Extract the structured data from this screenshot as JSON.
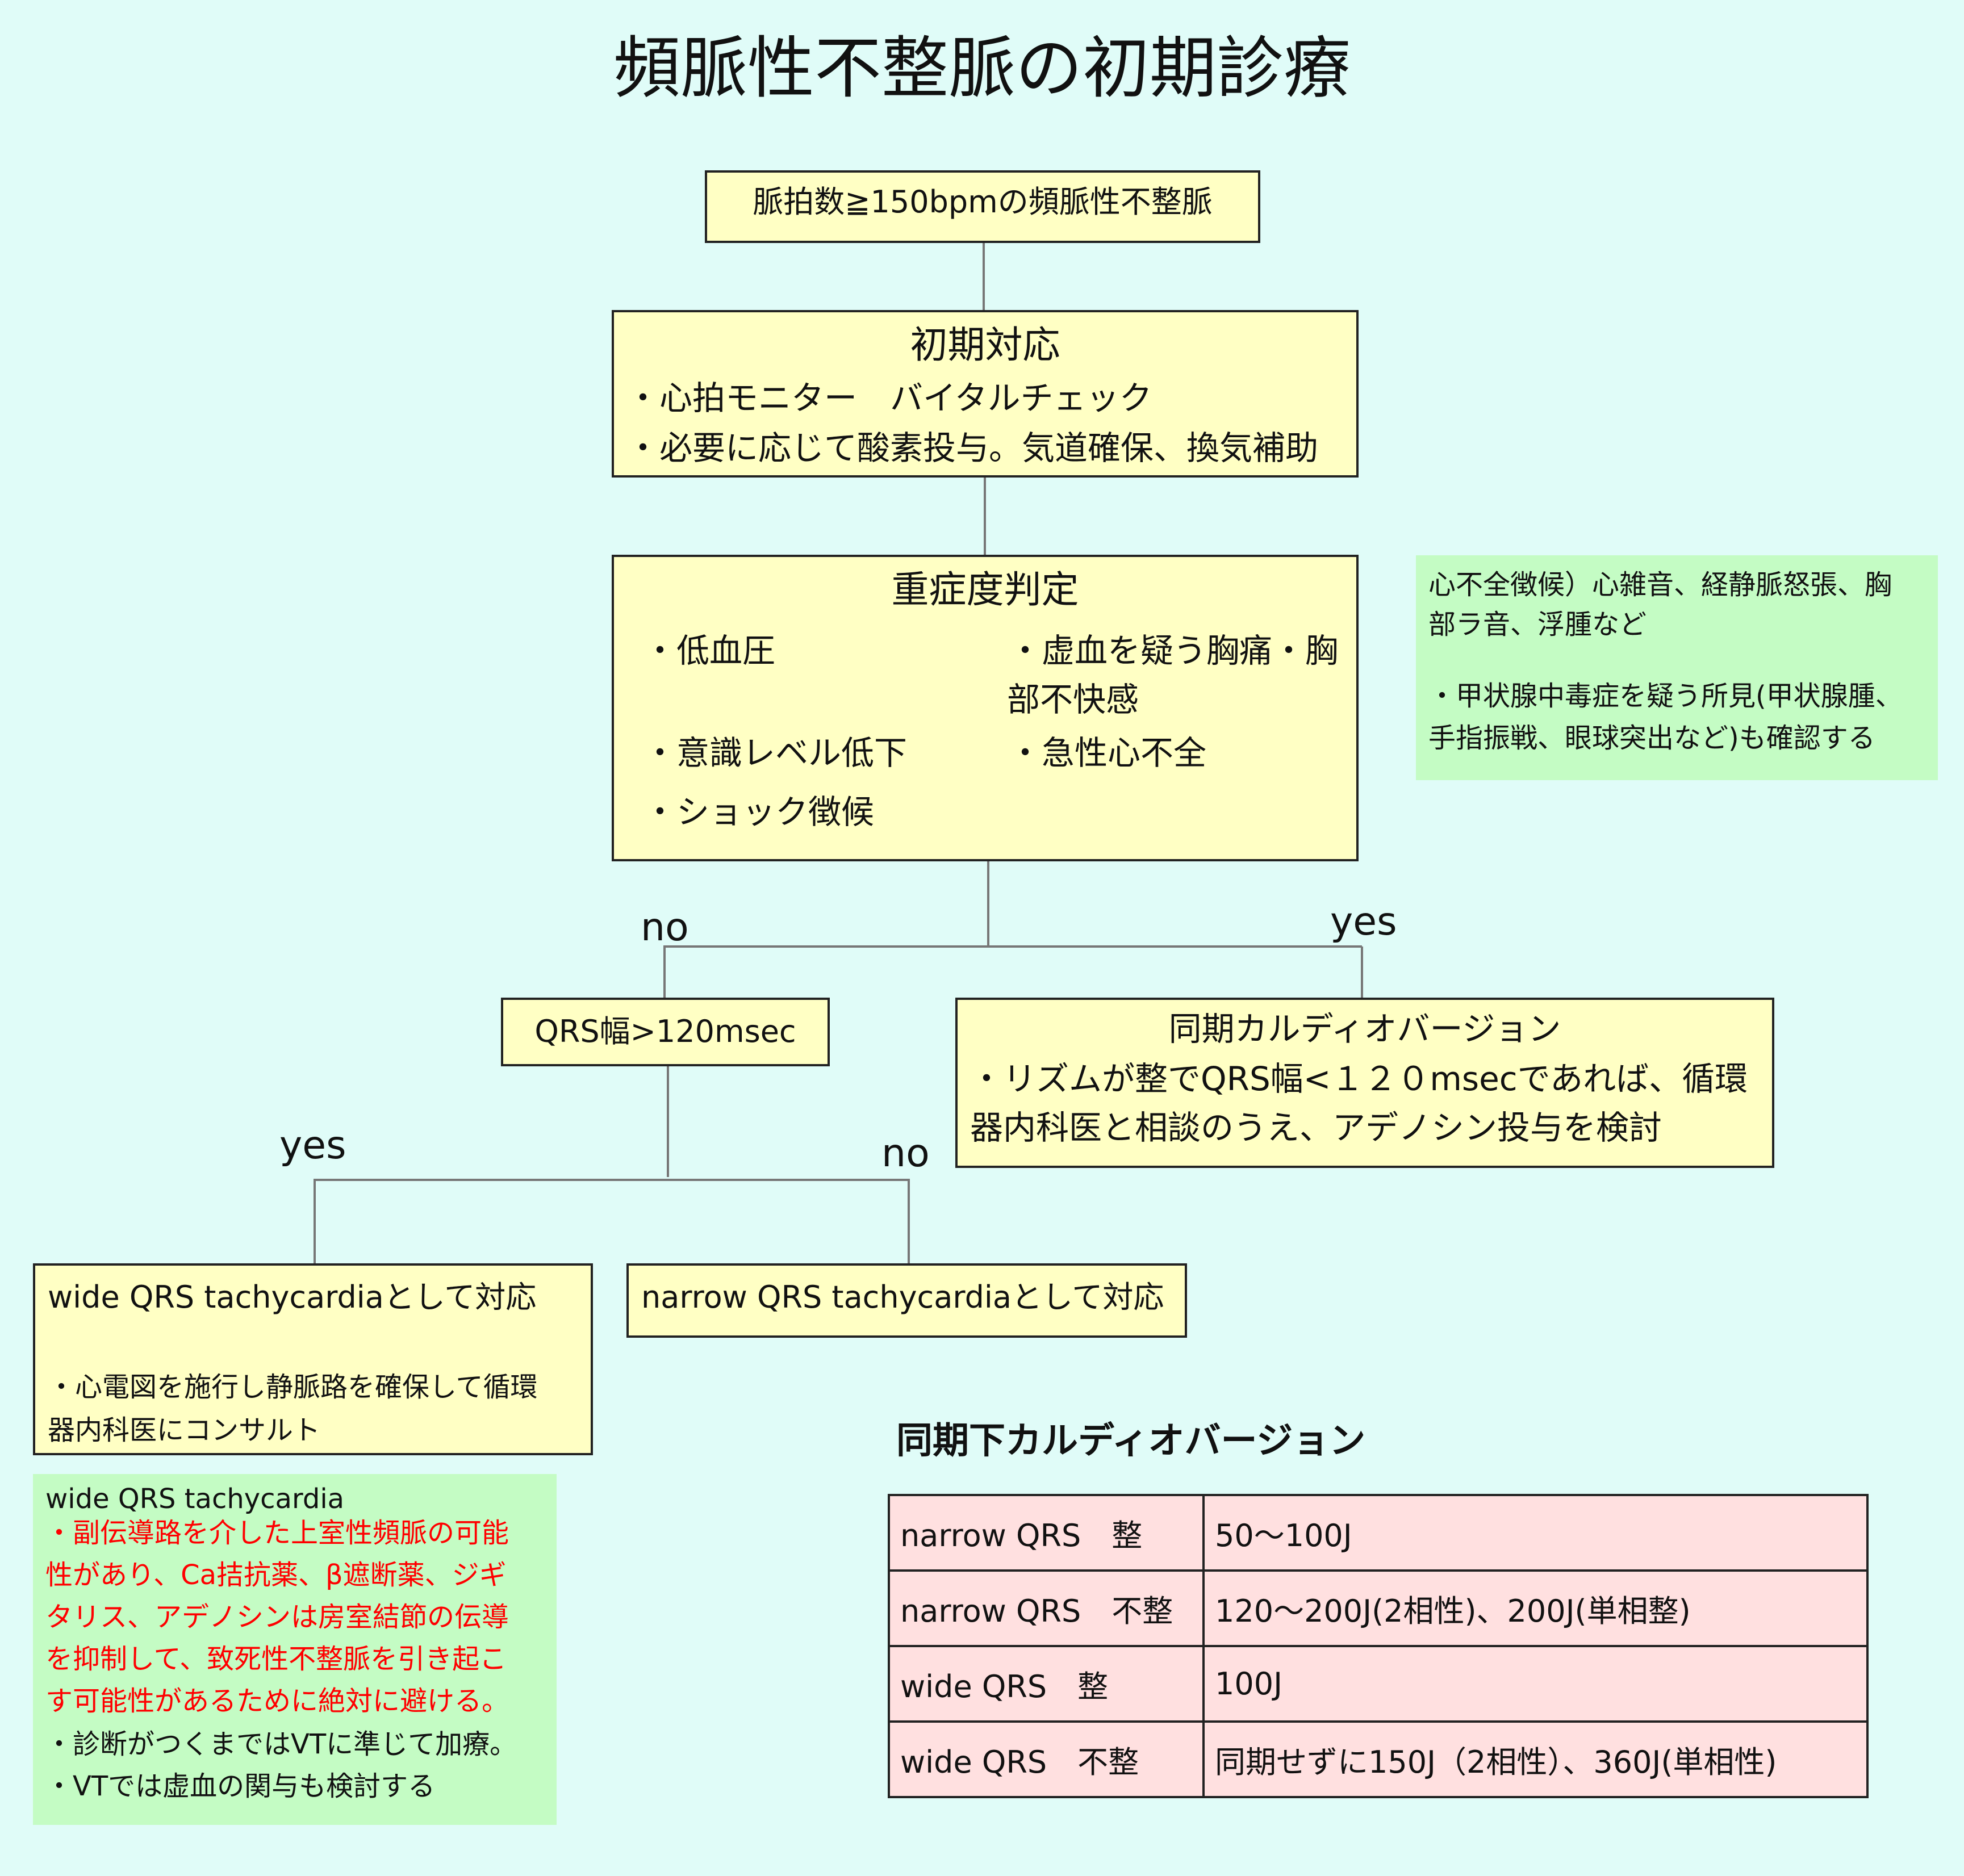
{
  "title": "頻脈性不整脈の初期診療",
  "start_box": "脈拍数≧150bpmの頻脈性不整脈",
  "initial": {
    "heading": "初期対応",
    "lines": [
      "・心拍モニター　バイタルチェック",
      "・必要に応じて酸素投与。気道確保、換気補助"
    ]
  },
  "severity": {
    "heading": "重症度判定",
    "left": [
      "・低血圧",
      "・意識レベル低下",
      "・ショック徴候"
    ],
    "right_1a": "・虚血を疑う胸痛・胸",
    "right_1b": "部不快感",
    "right_2": "・急性心不全"
  },
  "note_green": {
    "lines": [
      "心不全徴候）心雑音、経静脈怒張、胸",
      "部ラ音、浮腫など",
      "・甲状腺中毒症を疑う所見(甲状腺腫、",
      "手指振戦、眼球突出など)も確認する"
    ]
  },
  "branch1": {
    "no": "no",
    "yes": "yes"
  },
  "qrs_box": "QRS幅>120msec",
  "cardioversion": {
    "heading": "同期カルディオバージョン",
    "lines": [
      "・リズムが整でQRS幅<１２０msecであれば、循環",
      "器内科医と相談のうえ、アデノシン投与を検討"
    ]
  },
  "branch2": {
    "yes": "yes",
    "no": "no"
  },
  "wide_box": {
    "heading": "wide QRS tachycardiaとして対応",
    "lines": [
      "・心電図を施行し静脈路を確保して循環",
      "器内科医にコンサルト"
    ]
  },
  "narrow_box": "narrow QRS tachycardiaとして対応",
  "wide_note": {
    "heading": "wide QRS tachycardia",
    "red_lines": [
      "・副伝導路を介した上室性頻脈の可能",
      "性があり、Ca拮抗薬、β遮断薬、ジギ",
      "タリス、アデノシンは房室結節の伝導",
      "を抑制して、致死性不整脈を引き起こ",
      "す可能性があるために絶対に避ける。"
    ],
    "black_lines": [
      "・診断がつくまではVTに準じて加療。",
      "・VTでは虚血の関与も検討する"
    ]
  },
  "cv_table": {
    "title": "同期下カルディオバージョン",
    "rows": [
      [
        "narrow QRS　整",
        "50〜100J"
      ],
      [
        "narrow  QRS　不整",
        "120〜200J(2相性)、200J(単相整)"
      ],
      [
        "wide QRS　整",
        "100J"
      ],
      [
        "wide QRS　不整",
        "同期せずに150J（2相性）、360J(単相性)"
      ]
    ]
  },
  "colors": {
    "background": "#e0fcf8",
    "yellow_box": "#ffffc4",
    "green_box": "#c4fcc4",
    "table_fill": "#ffe0e0",
    "warning_text": "#ff0000"
  }
}
